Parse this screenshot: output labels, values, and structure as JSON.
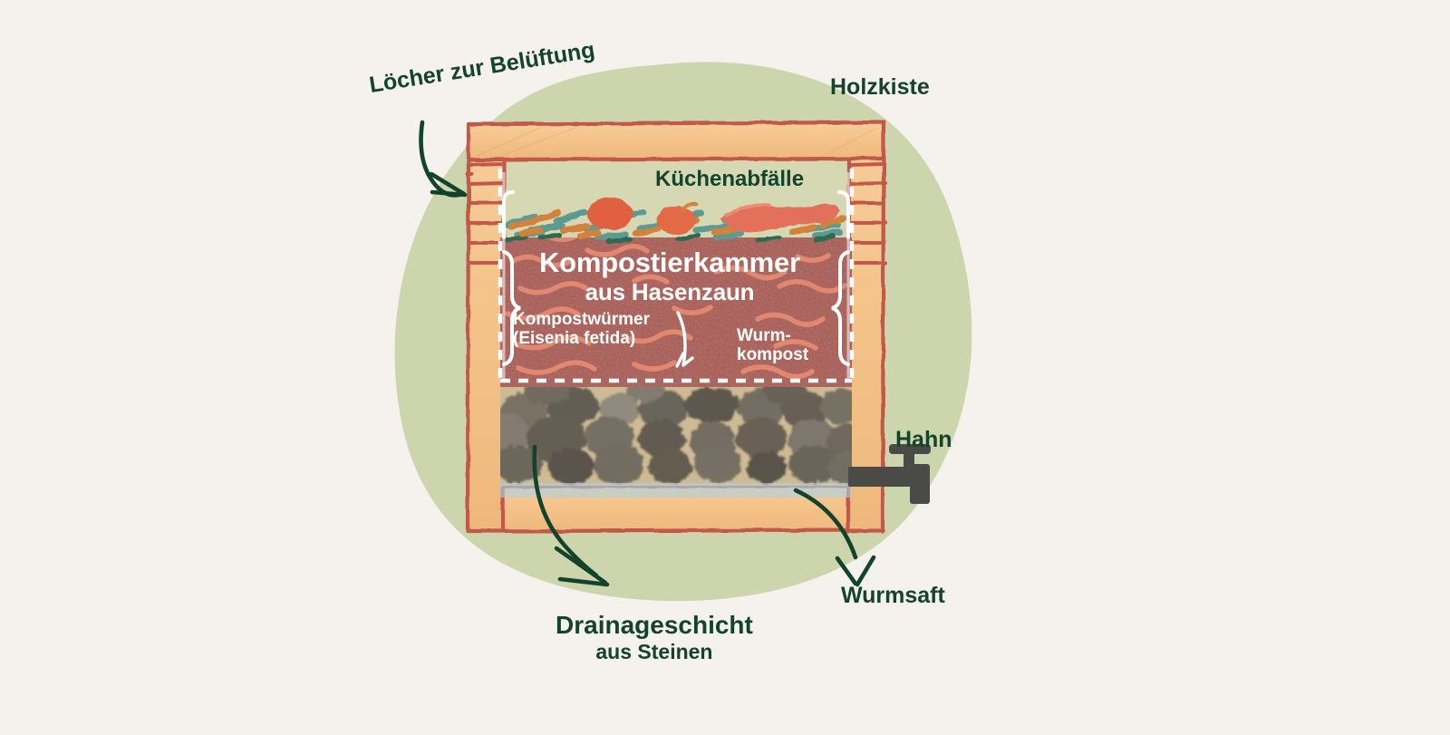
{
  "diagram": {
    "title": "Wurmkiste / Wurmkomposter Querschnitt",
    "background_color": "#f5f1ec",
    "blob_color": "#ccd5ac",
    "label_color": "#14432c",
    "inner_label_color": "#ffffff"
  },
  "labels": {
    "holes": "Löcher zur Belüftung",
    "wooden_box": "Holzkiste",
    "kitchen_waste": "Küchenabfälle",
    "tap": "Hahn",
    "worm_juice": "Wurmsaft",
    "drainage_main": "Drainageschicht",
    "drainage_sub": "aus Steinen",
    "chamber_main": "Kompostierkammer",
    "chamber_sub": "aus Hasenzaun",
    "worms_main": "Kompostwürmer",
    "worms_sub": "(Eisenia fetida)",
    "worm_compost_main": "Wurm-",
    "worm_compost_sub": "kompost"
  },
  "layers": {
    "kitchen_waste": {
      "name": "Küchenabfälle",
      "colors": [
        "#e0603f",
        "#d4823a",
        "#5f9a92",
        "#2f6b4f"
      ]
    },
    "compost_chamber": {
      "name": "Kompostierkammer",
      "fill": "#a9574f",
      "worm_color": "#e58a72"
    },
    "drainage": {
      "name": "Drainageschicht aus Steinen",
      "bed_color": "#cfbb93",
      "stone_color": "#6b655e"
    },
    "liquid": {
      "name": "Wurmsaft",
      "color": "#a8d4e6"
    },
    "wood": {
      "name": "Holzkiste",
      "fill": "#f5c68e",
      "outline": "#c2594a"
    },
    "tap": {
      "name": "Hahn",
      "color": "#4a4a47"
    }
  },
  "icons": {
    "arrow_holes": "curved-arrow-icon",
    "arrow_drainage": "curved-arrow-icon",
    "arrow_wormjuice": "curved-arrow-icon",
    "arrow_inner_down": "down-arrow-icon",
    "brace_left": "curly-brace-icon",
    "brace_right": "curly-brace-icon",
    "bracket_top_left": "corner-bracket-icon",
    "bracket_top_right": "corner-bracket-icon"
  }
}
